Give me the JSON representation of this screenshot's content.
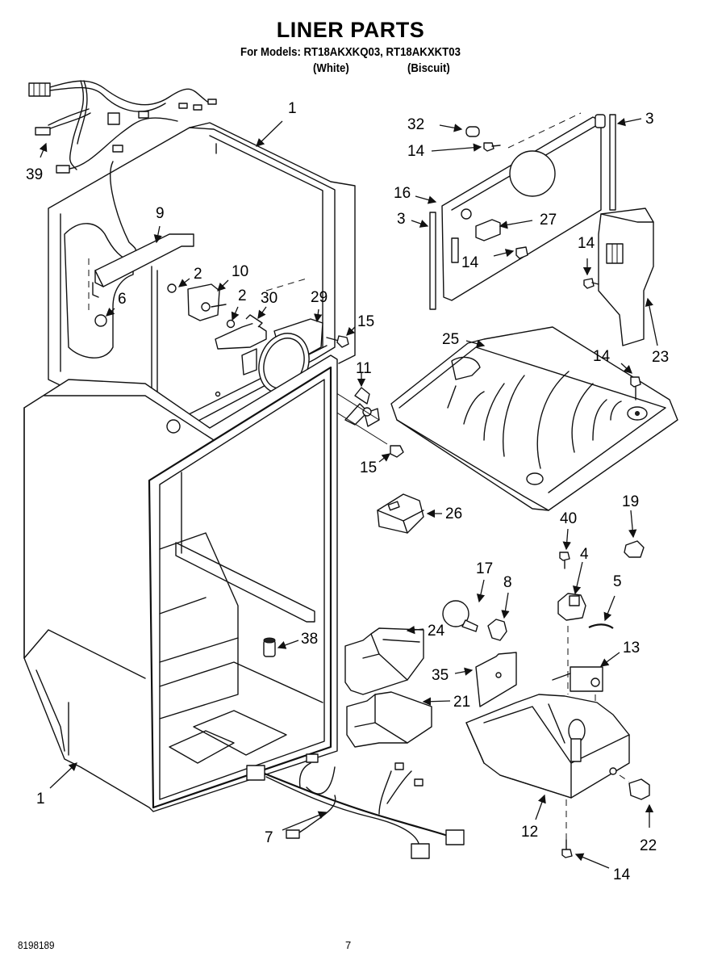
{
  "header": {
    "title": "LINER PARTS",
    "models_line": "For Models: RT18AKXKQ03, RT18AKXKT03",
    "color_1": "(White)",
    "color_2": "(Biscuit)"
  },
  "footer": {
    "document_number": "8198189",
    "page_number": "7"
  },
  "callouts": [
    {
      "id": "c1-top",
      "label": "1",
      "part": "freezer-liner"
    },
    {
      "id": "c39",
      "label": "39",
      "part": "wire-harness-upper"
    },
    {
      "id": "c9",
      "label": "9",
      "part": "bracket"
    },
    {
      "id": "c2a",
      "label": "2",
      "part": "nut"
    },
    {
      "id": "c10",
      "label": "10",
      "part": "control"
    },
    {
      "id": "c2b",
      "label": "2",
      "part": "nut"
    },
    {
      "id": "c6",
      "label": "6",
      "part": "knob"
    },
    {
      "id": "c30",
      "label": "30",
      "part": "bracket"
    },
    {
      "id": "c29",
      "label": "29",
      "part": "fan-bracket"
    },
    {
      "id": "c15a",
      "label": "15",
      "part": "screw"
    },
    {
      "id": "c11",
      "label": "11",
      "part": "fan-blade"
    },
    {
      "id": "c15b",
      "label": "15",
      "part": "screw"
    },
    {
      "id": "c32",
      "label": "32",
      "part": "spacer"
    },
    {
      "id": "c14a",
      "label": "14",
      "part": "screw"
    },
    {
      "id": "c3a",
      "label": "3",
      "part": "gasket-strip"
    },
    {
      "id": "c16",
      "label": "16",
      "part": "evaporator-cover"
    },
    {
      "id": "c3b",
      "label": "3",
      "part": "gasket-strip"
    },
    {
      "id": "c27",
      "label": "27",
      "part": "clip"
    },
    {
      "id": "c14b",
      "label": "14",
      "part": "screw"
    },
    {
      "id": "c14c",
      "label": "14",
      "part": "screw"
    },
    {
      "id": "c23",
      "label": "23",
      "part": "air-duct"
    },
    {
      "id": "c25",
      "label": "25",
      "part": "freezer-floor"
    },
    {
      "id": "c14d",
      "label": "14",
      "part": "screw"
    },
    {
      "id": "c26",
      "label": "26",
      "part": "damper-control"
    },
    {
      "id": "c40",
      "label": "40",
      "part": "screw"
    },
    {
      "id": "c19",
      "label": "19",
      "part": "clip"
    },
    {
      "id": "c4",
      "label": "4",
      "part": "light-socket"
    },
    {
      "id": "c5",
      "label": "5",
      "part": "gasket"
    },
    {
      "id": "c17",
      "label": "17",
      "part": "light-bulb"
    },
    {
      "id": "c8",
      "label": "8",
      "part": "light-socket-clip"
    },
    {
      "id": "c24",
      "label": "24",
      "part": "duct-cover"
    },
    {
      "id": "c38",
      "label": "38",
      "part": "plug"
    },
    {
      "id": "c13",
      "label": "13",
      "part": "light-switch"
    },
    {
      "id": "c35",
      "label": "35",
      "part": "bracket-plate"
    },
    {
      "id": "c21",
      "label": "21",
      "part": "duct-insulation"
    },
    {
      "id": "c1-bottom",
      "label": "1",
      "part": "fresh-food-liner"
    },
    {
      "id": "c7",
      "label": "7",
      "part": "wire-harness-lower"
    },
    {
      "id": "c12",
      "label": "12",
      "part": "control-housing"
    },
    {
      "id": "c22",
      "label": "22",
      "part": "control-knob"
    },
    {
      "id": "c14e",
      "label": "14",
      "part": "screw"
    }
  ]
}
